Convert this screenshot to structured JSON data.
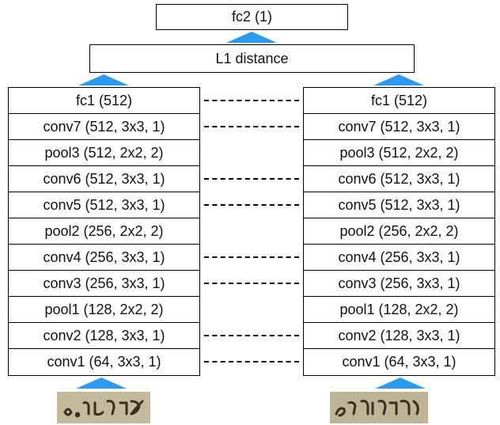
{
  "top": {
    "output_label": "fc2 (1)",
    "distance_label": "L1 distance"
  },
  "left_tower": {
    "layers": [
      "fc1 (512)",
      "conv7 (512, 3x3, 1)",
      "pool3 (512, 2x2, 2)",
      "conv6 (512, 3x3, 1)",
      "conv5 (512, 3x3, 1)",
      "pool2 (256, 2x2, 2)",
      "conv4 (256, 3x3, 1)",
      "conv3 (256, 3x3, 1)",
      "pool1 (128, 2x2, 2)",
      "conv2 (128, 3x3, 1)",
      "conv1 (64, 3x3, 1)"
    ]
  },
  "right_tower": {
    "layers": [
      "fc1 (512)",
      "conv7 (512, 3x3, 1)",
      "pool3 (512, 2x2, 2)",
      "conv6 (512, 3x3, 1)",
      "conv5 (512, 3x3, 1)",
      "pool2 (256, 2x2, 2)",
      "conv4 (256, 3x3, 1)",
      "conv3 (256, 3x3, 1)",
      "pool1 (128, 2x2, 2)",
      "conv2 (128, 3x3, 1)",
      "conv1 (64, 3x3, 1)"
    ]
  },
  "shared_weight_layers": [
    "fc1",
    "conv7",
    "conv6",
    "conv5",
    "conv4",
    "conv3",
    "conv2",
    "conv1"
  ],
  "colors": {
    "arrow": "#2b9af3",
    "patch_background": "#c9c1a4",
    "ink": "#3a2e22"
  },
  "inputs": [
    {
      "name": "left-handwriting-patch",
      "icon": "hebrew-handwriting-image"
    },
    {
      "name": "right-handwriting-patch",
      "icon": "hebrew-handwriting-image"
    }
  ]
}
